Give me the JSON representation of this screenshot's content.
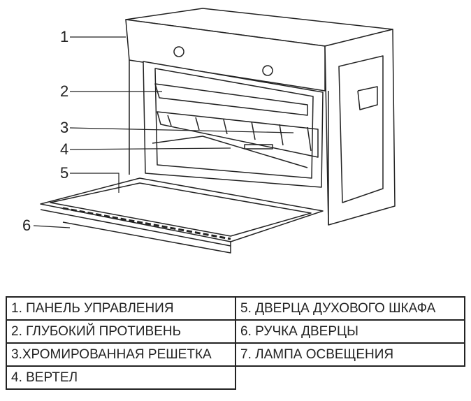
{
  "callouts": [
    "1",
    "2",
    "3",
    "4",
    "5",
    "6"
  ],
  "legend": {
    "rows": [
      [
        "1. ПАНЕЛЬ УПРАВЛЕНИЯ",
        "5. ДВЕРЦА ДУХОВОГО ШКАФА"
      ],
      [
        "2. ГЛУБОКИЙ ПРОТИВЕНЬ",
        "6. РУЧКА ДВЕРЦЫ"
      ],
      [
        "3.ХРОМИРОВАННАЯ РЕШЕТКА",
        "7. ЛАМПА ОСВЕЩЕНИЯ"
      ],
      [
        "4. ВЕРТЕЛ",
        null
      ]
    ]
  }
}
